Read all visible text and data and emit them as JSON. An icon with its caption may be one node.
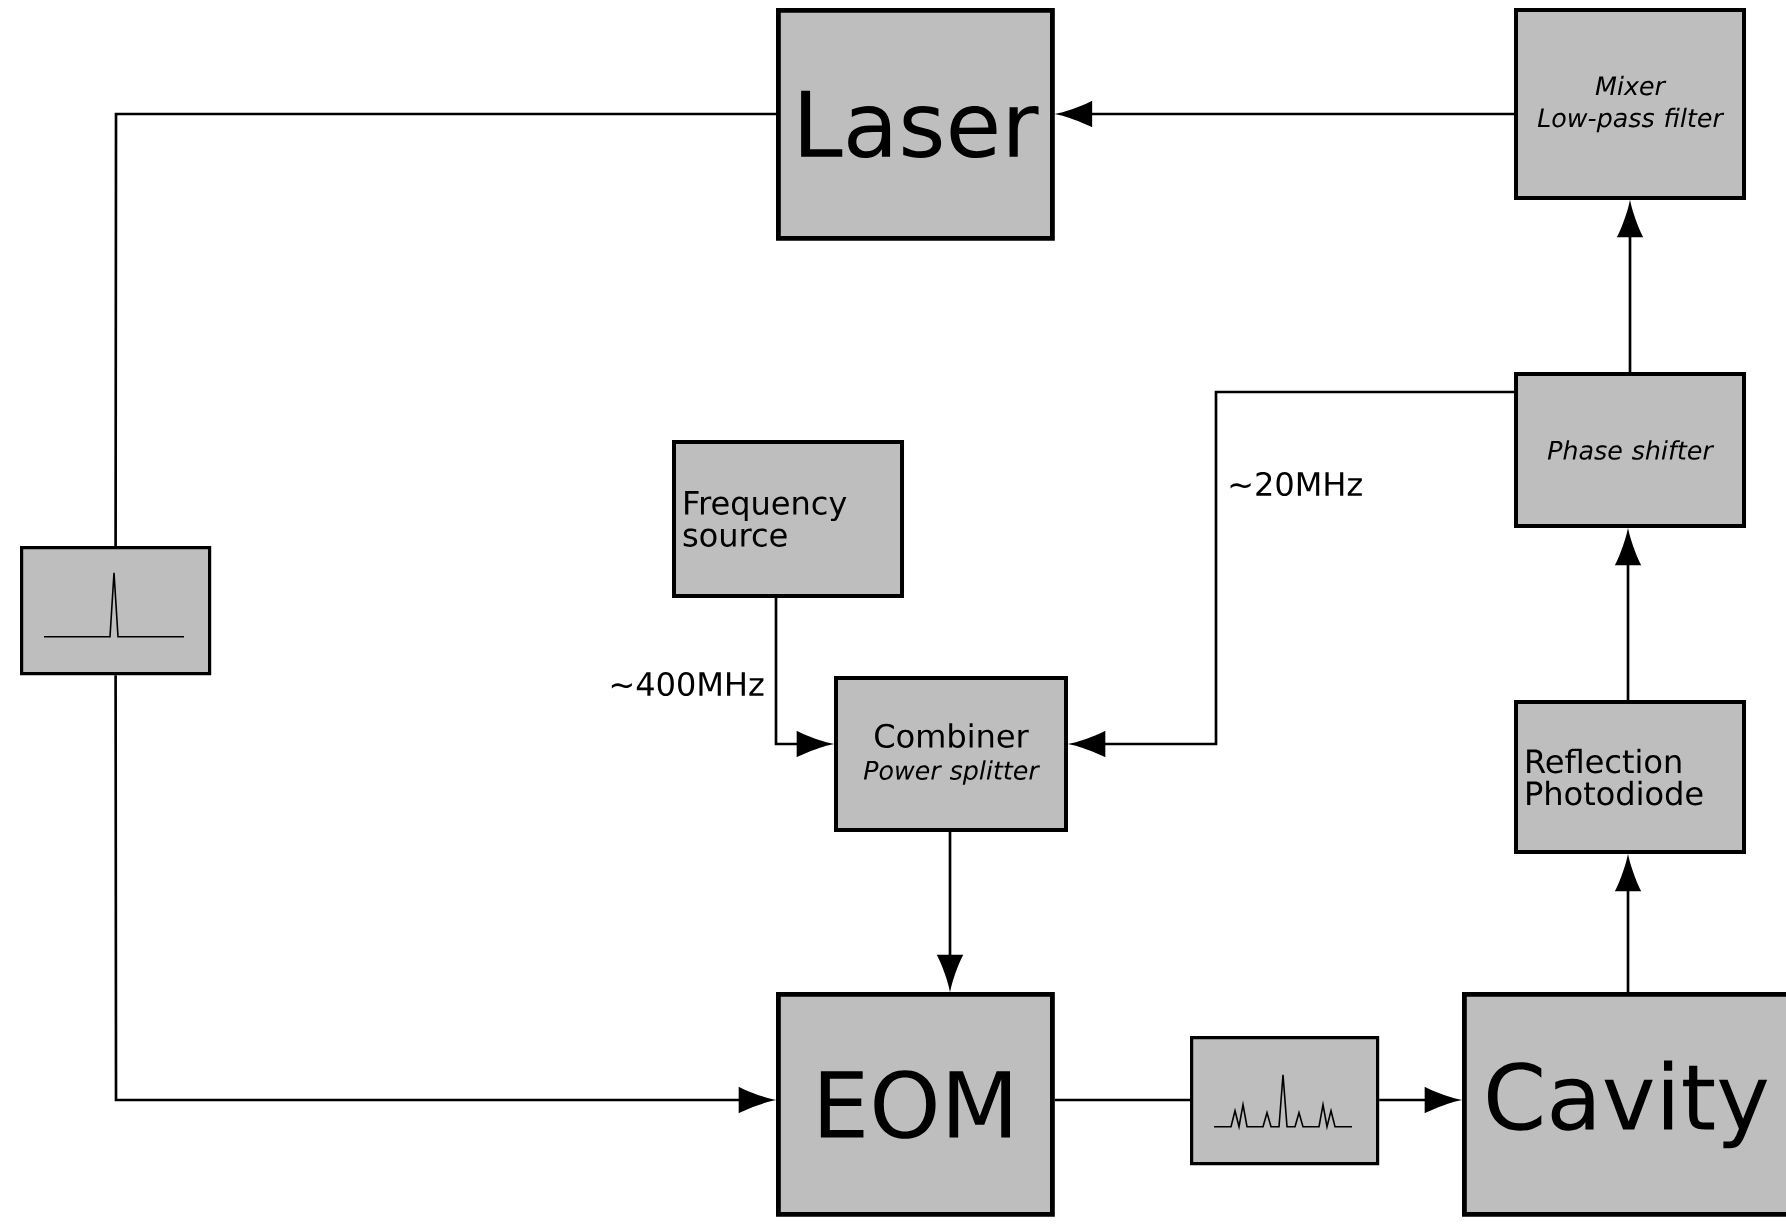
{
  "diagram": {
    "nodes": [
      {
        "text": [
          "Laser"
        ]
      },
      {
        "text": [
          "Mixer",
          "Low-pass filter"
        ]
      },
      {
        "text": [],
        "shape": "picture"
      },
      {
        "text": [
          "Frequency source"
        ]
      },
      {
        "text": [
          "Phase shifter"
        ]
      },
      {
        "text": [
          "Combiner",
          "Power splitter"
        ]
      },
      {
        "text": [
          "Reflection Photodiode"
        ]
      },
      {
        "text": [
          "EOM"
        ]
      },
      {
        "text": [],
        "shape": "picture"
      },
      {
        "text": [
          "Cavity"
        ]
      }
    ],
    "edges": [
      {
        "from": 0,
        "to": 2,
        "arrow": "none"
      },
      {
        "from": 2,
        "to": 7,
        "arrow": "to"
      },
      {
        "from": 1,
        "to": 0,
        "arrow": "to"
      },
      {
        "from": 4,
        "to": 1,
        "arrow": "to"
      },
      {
        "from": 4,
        "to": 5,
        "arrow": "to",
        "label": "~20MHz"
      },
      {
        "from": 3,
        "to": 5,
        "arrow": "to",
        "label": "~400MHz"
      },
      {
        "from": 5,
        "to": 7,
        "arrow": "to"
      },
      {
        "from": 7,
        "to": 8,
        "arrow": "none"
      },
      {
        "from": 8,
        "to": 9,
        "arrow": "to"
      },
      {
        "from": 9,
        "to": 6,
        "arrow": "to"
      },
      {
        "from": 6,
        "to": 4,
        "arrow": "to"
      }
    ]
  }
}
